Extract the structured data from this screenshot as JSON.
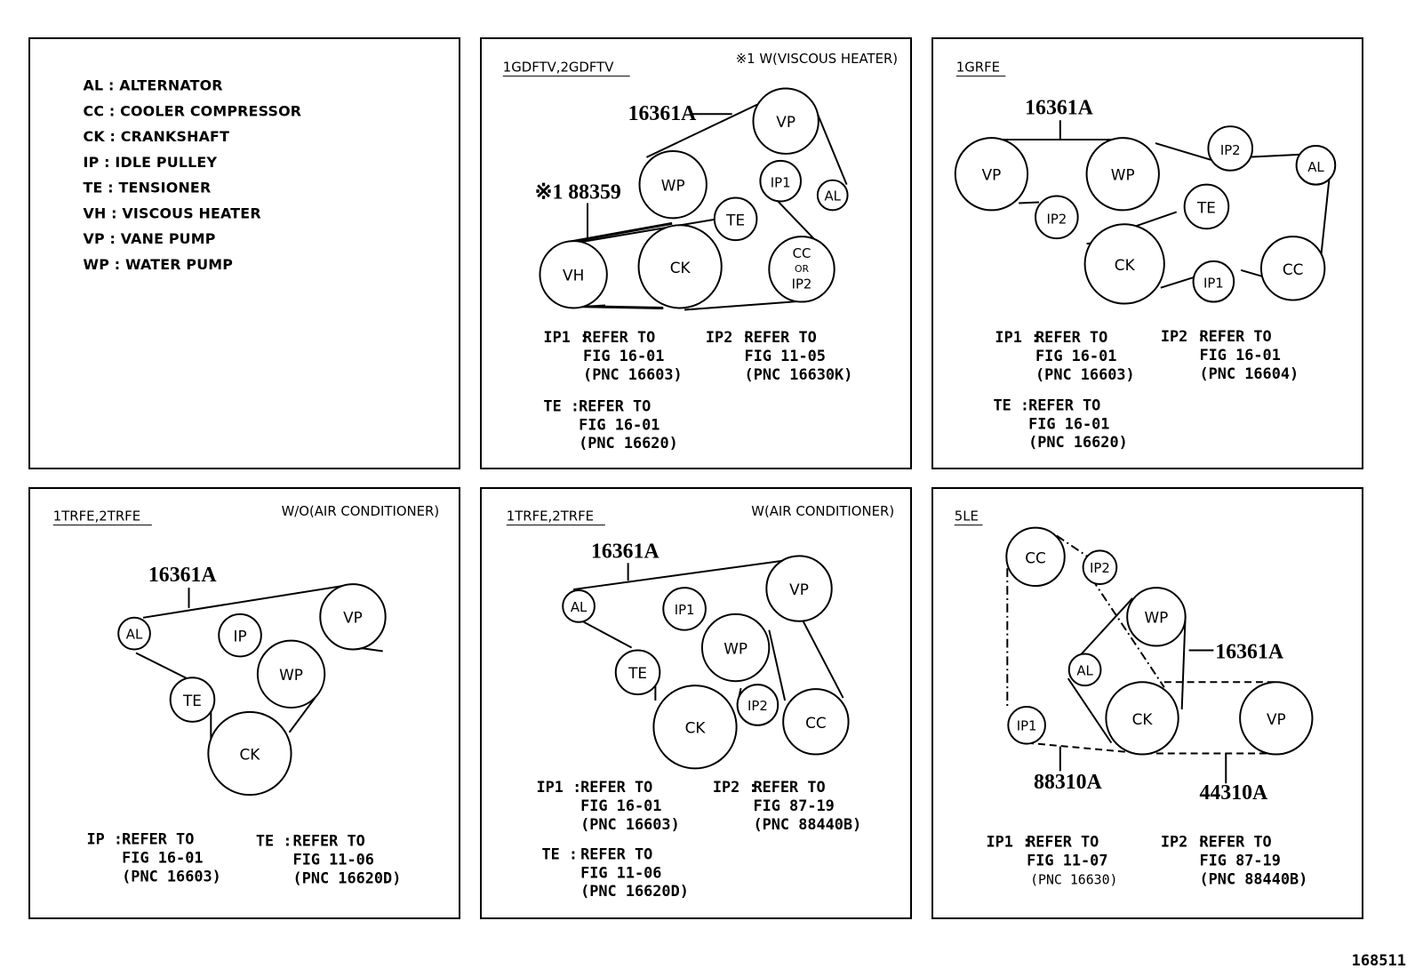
{
  "legend": [
    "AL : ALTERNATOR",
    "CC : COOLER COMPRESSOR",
    "CK : CRANKSHAFT",
    "IP : IDLE PULLEY",
    "TE : TENSIONER",
    "VH : VISCOUS HEATER",
    "VP : VANE PUMP",
    "WP : WATER PUMP"
  ],
  "panel2": {
    "engine": "1GDFTV,2GDFTV",
    "condition": "※1 W(VISCOUS HEATER)",
    "part_belt": "16361A",
    "part_vh": "※1 88359",
    "pulleys": {
      "vp": "VP",
      "wp": "WP",
      "ip1": "IP1",
      "al": "AL",
      "te": "TE",
      "vh": "VH",
      "ck": "CK",
      "cc": "CC",
      "or": "OR",
      "ip2": "IP2"
    },
    "notes": [
      [
        "IP1 :",
        "REFER TO",
        "FIG 16-01",
        "(PNC 16603)"
      ],
      [
        "IP2 :",
        "REFER TO",
        "FIG 11-05",
        "(PNC 16630K)"
      ],
      [
        "TE :",
        "REFER TO",
        "FIG 16-01",
        "(PNC 16620)"
      ]
    ]
  },
  "panel3": {
    "engine": "1GRFE",
    "part_belt": "16361A",
    "pulleys": {
      "vp": "VP",
      "wp": "WP",
      "ip2a": "IP2",
      "al": "AL",
      "ip2b": "IP2",
      "te": "TE",
      "ck": "CK",
      "ip1": "IP1",
      "cc": "CC"
    },
    "notes": [
      [
        "IP1 :",
        "REFER TO",
        "FIG 16-01",
        "(PNC 16603)"
      ],
      [
        "IP2 :",
        "REFER TO",
        "FIG 16-01",
        "(PNC 16604)"
      ],
      [
        "TE :",
        "REFER TO",
        "FIG 16-01",
        "(PNC 16620)"
      ]
    ]
  },
  "panel4": {
    "engine": "1TRFE,2TRFE",
    "condition": "W/O(AIR CONDITIONER)",
    "part_belt": "16361A",
    "pulleys": {
      "al": "AL",
      "ip": "IP",
      "vp": "VP",
      "wp": "WP",
      "te": "TE",
      "ck": "CK"
    },
    "notes": [
      [
        "IP :",
        "REFER TO",
        "FIG 16-01",
        "(PNC 16603)"
      ],
      [
        "TE :",
        "REFER TO",
        "FIG 11-06",
        "(PNC 16620D)"
      ]
    ]
  },
  "panel5": {
    "engine": "1TRFE,2TRFE",
    "condition": "W(AIR CONDITIONER)",
    "part_belt": "16361A",
    "pulleys": {
      "al": "AL",
      "ip1": "IP1",
      "vp": "VP",
      "wp": "WP",
      "te": "TE",
      "ck": "CK",
      "ip2": "IP2",
      "cc": "CC"
    },
    "notes": [
      [
        "IP1 :",
        "REFER TO",
        "FIG 16-01",
        "(PNC 16603)"
      ],
      [
        "IP2 :",
        "REFER TO",
        "FIG 87-19",
        "(PNC 88440B)"
      ],
      [
        "TE :",
        "REFER TO",
        "FIG 11-06",
        "(PNC 16620D)"
      ]
    ]
  },
  "panel6": {
    "engine": "5LE",
    "part_belt": "16361A",
    "part_a": "88310A",
    "part_b": "44310A",
    "pulleys": {
      "cc": "CC",
      "ip2": "IP2",
      "wp": "WP",
      "al": "AL",
      "ck": "CK",
      "vp": "VP",
      "ip1": "IP1"
    },
    "notes": [
      [
        "IP1 :",
        "REFER TO",
        "FIG 11-07",
        "(PNC 16630)"
      ],
      [
        "IP2 :",
        "REFER TO",
        "FIG 87-19",
        "(PNC 88440B)"
      ]
    ]
  },
  "figure_code": "168511"
}
